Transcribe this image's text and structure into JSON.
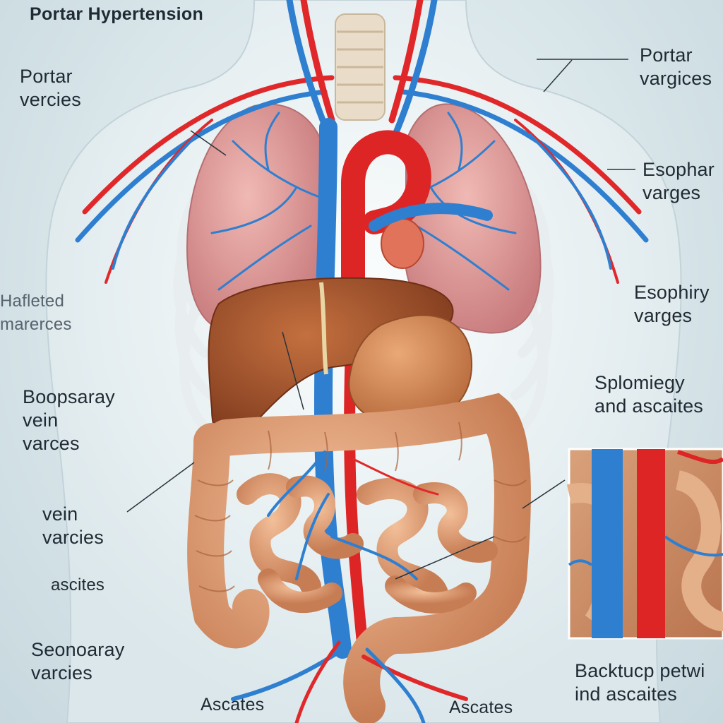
{
  "title": "Portar Hypertension",
  "labels": {
    "top_left": "Portar\nvercies",
    "top_right": "Portar\nvargices",
    "mid_right_1": "Esophar\nvarges",
    "mid_right_2": "Esophiry\nvarges",
    "left_1": "Hafleted\nmarerces",
    "right_3": "Splomiegy\nand ascaites",
    "left_2": "Boopsaray\nvein\nvarces",
    "left_3": "vein\nvarcies",
    "left_4": "ascites",
    "left_5": "Seonoaray\nvarcies",
    "bottom_center_left": "Ascates",
    "bottom_center_right": "Ascates",
    "bottom_right": "Backtucp petwi\nind ascaites"
  },
  "colors": {
    "vein": "#2f7fd0",
    "artery": "#e0282a",
    "liver": "#a8552e",
    "intestine": "#d9926a",
    "lung": "#d99a9a",
    "body": "#f3f6f7"
  }
}
